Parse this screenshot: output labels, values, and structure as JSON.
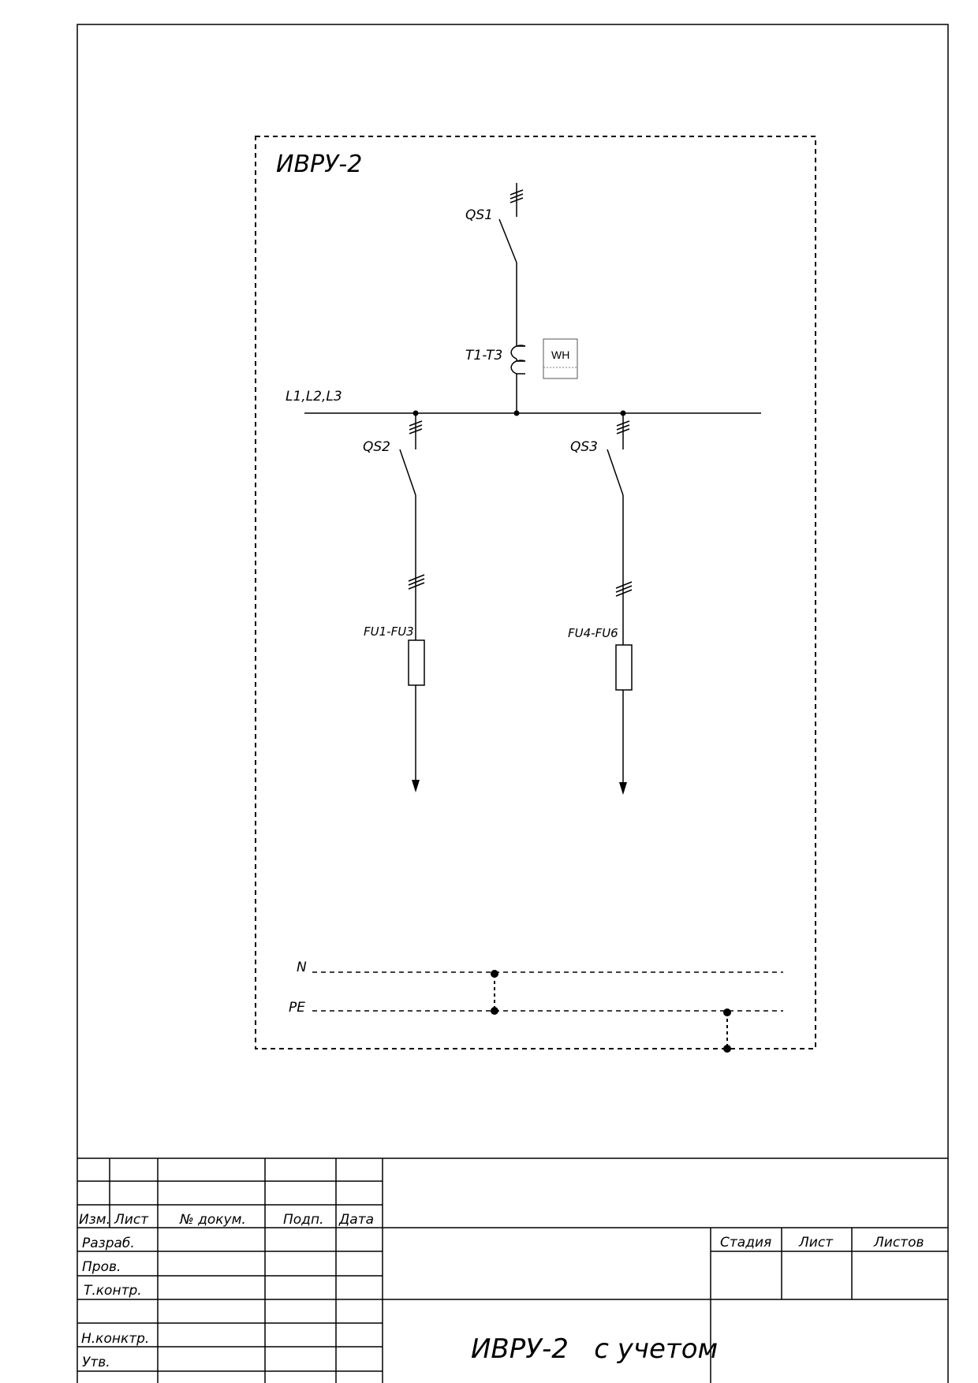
{
  "diagram": {
    "title": "ИВРУ-2",
    "bus_label": "L1,L2,L3",
    "qs1": "QS1",
    "transformer": "T1-T3",
    "meter": "WH",
    "qs2": "QS2",
    "qs3": "QS3",
    "fuse1": "FU1-FU3",
    "fuse2": "FU4-FU6",
    "n_label": "N",
    "pe_label": "PE"
  },
  "title_block": {
    "izm": "Изм.",
    "list": "Лист",
    "dokum": "№ докум.",
    "podp": "Подп.",
    "data": "Дата",
    "razrab": "Разраб.",
    "prov": "Пров.",
    "tkontr": "Т.контр.",
    "nkontr": "Н.конктр.",
    "utv": "Утв.",
    "stadiya": "Стадия",
    "list2": "Лист",
    "listov": "Листов",
    "doc_title": "ИВРУ-2   с учетом"
  }
}
